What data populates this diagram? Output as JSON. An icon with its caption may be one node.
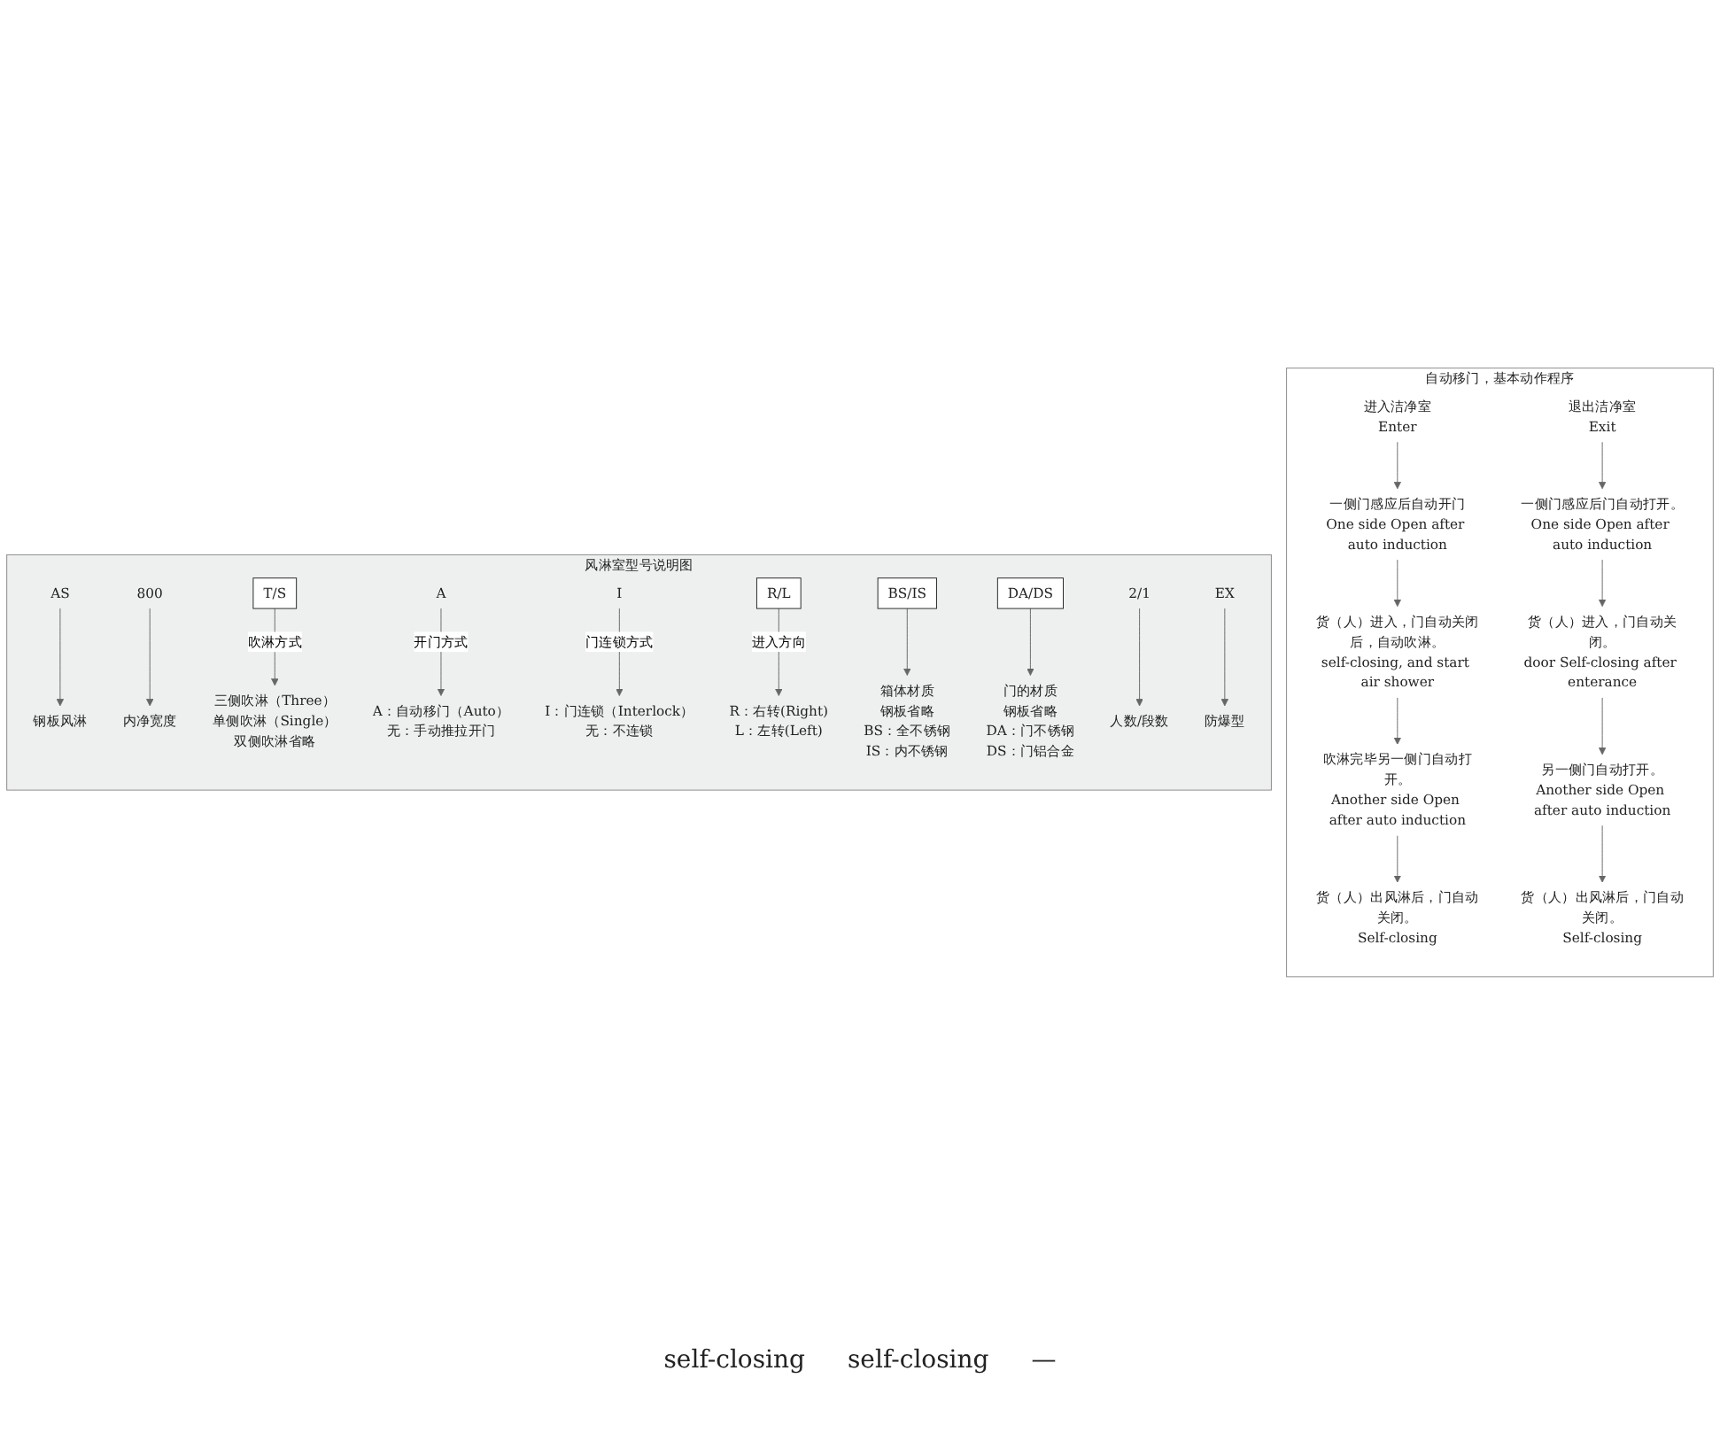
{
  "diagram": {
    "nodes": [
      {
        "text": [
          "自动移门，基本动作程序"
        ]
      },
      {
        "text": [
          "进入洁净室",
          "Enter"
        ],
        "in": 0
      },
      {
        "text": [
          "一侧门感应后自动开门",
          "One side Open after auto induction"
        ],
        "in": 0
      },
      {
        "text": [
          "货（人）进入，门自动关闭后，自动吹淋。",
          "self-closing, and start air shower"
        ],
        "in": 0
      },
      {
        "text": [
          "吹淋完毕另一侧门自动打开。",
          "Another side Open after auto induction"
        ],
        "in": 0
      },
      {
        "text": [
          "货（人）出风淋后，门自动关闭。",
          "Self-closing"
        ],
        "in": 0
      },
      {
        "text": [
          "退出洁净室",
          "Exit"
        ],
        "in": 0
      },
      {
        "text": [
          "一侧门感应后门自动打开。",
          "One side Open after auto induction"
        ],
        "in": 0
      },
      {
        "text": [
          "货（人）进入，门自动关闭。",
          "door Self-closing after enterance"
        ],
        "in": 0
      },
      {
        "text": [
          "另一侧门自动打开。",
          "Another side Open after auto induction"
        ],
        "in": 0
      },
      {
        "text": [
          "货（人）出风淋后，门自动关闭。",
          "Self-closing"
        ],
        "in": 0
      },
      {
        "text": [
          "风淋室型号说明图"
        ]
      },
      {
        "text": [
          "AS"
        ],
        "in": 11
      },
      {
        "text": [
          "800"
        ],
        "in": 11
      },
      {
        "text": [
          "T/S"
        ],
        "in": 11
      },
      {
        "text": [
          "A"
        ],
        "in": 11
      },
      {
        "text": [
          "I"
        ],
        "in": 11
      },
      {
        "text": [
          "R/L"
        ],
        "in": 11
      },
      {
        "text": [
          "BS/IS"
        ],
        "in": 11
      },
      {
        "text": [
          "DA/DS"
        ],
        "in": 11
      },
      {
        "text": [
          "2/1"
        ],
        "in": 11
      },
      {
        "text": [
          "EX"
        ],
        "in": 11
      },
      {
        "text": [
          "钢板风淋"
        ],
        "in": 11
      },
      {
        "text": [
          "内净宽度"
        ],
        "in": 11
      },
      {
        "text": [
          "三侧吹淋（Three）",
          "单侧吹淋（Single）",
          "双侧吹淋省略"
        ],
        "in": 11
      },
      {
        "text": [
          "A：自动移门（Auto）",
          "无：手动推拉开门"
        ],
        "in": 11
      },
      {
        "text": [
          "I：门连锁（Interlock）",
          "无：不连锁"
        ],
        "in": 11
      },
      {
        "text": [
          "R：右转(Right)",
          "L：左转(Left)"
        ],
        "in": 11
      },
      {
        "text": [
          "箱体材质",
          "钢板省略",
          "BS：全不锈钢",
          "IS：内不锈钢"
        ],
        "in": 11
      },
      {
        "text": [
          "门的材质",
          "钢板省略",
          "DA：门不锈钢",
          "DS：门铝合金"
        ],
        "in": 11
      },
      {
        "text": [
          "人数/段数"
        ],
        "in": 11
      },
      {
        "text": [
          "防爆型"
        ],
        "in": 11
      }
    ],
    "edges": [
      {
        "from": 1,
        "to": 2,
        "arrow": "to"
      },
      {
        "from": 2,
        "to": 3,
        "arrow": "to"
      },
      {
        "from": 3,
        "to": 4,
        "arrow": "to"
      },
      {
        "from": 4,
        "to": 5,
        "arrow": "to"
      },
      {
        "from": 6,
        "to": 7,
        "arrow": "to"
      },
      {
        "from": 7,
        "to": 8,
        "arrow": "to"
      },
      {
        "from": 8,
        "to": 9,
        "arrow": "to"
      },
      {
        "from": 9,
        "to": 10,
        "arrow": "to"
      },
      {
        "from": 12,
        "to": 22,
        "arrow": "to"
      },
      {
        "from": 13,
        "to": 23,
        "arrow": "to"
      },
      {
        "from": 14,
        "to": 24,
        "label": "吹淋方式",
        "arrow": "to"
      },
      {
        "from": 15,
        "to": 25,
        "label": "开门方式",
        "arrow": "to"
      },
      {
        "from": 16,
        "to": 26,
        "label": "门连锁方式",
        "arrow": "to"
      },
      {
        "from": 17,
        "to": 27,
        "label": "进入方向",
        "arrow": "to"
      },
      {
        "from": 18,
        "to": 28,
        "arrow": "to"
      },
      {
        "from": 19,
        "to": 29,
        "arrow": "to"
      },
      {
        "from": 20,
        "to": 30,
        "arrow": "to"
      },
      {
        "from": 21,
        "to": 31,
        "arrow": "to"
      }
    ],
    "labels": [
      "self-closing",
      "self-closing",
      "—"
    ]
  }
}
